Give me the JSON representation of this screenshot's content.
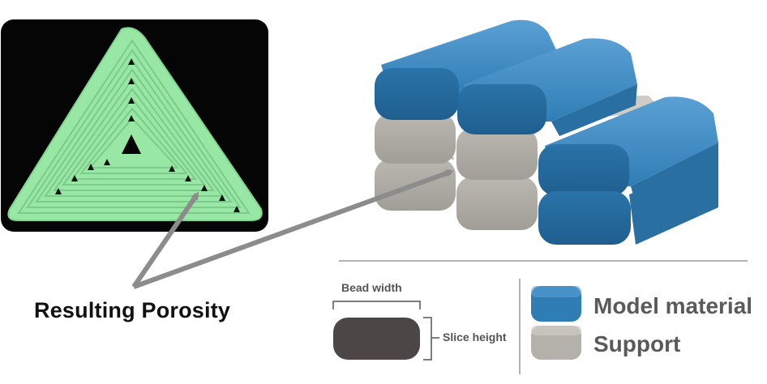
{
  "labels": {
    "porosity": "Resulting Porosity",
    "bead_width": "Bead width",
    "slice_height": "Slice height"
  },
  "legend": [
    {
      "label": "Model material",
      "color": "#2f7db5"
    },
    {
      "label": "Support",
      "color": "#b4b1ab"
    }
  ],
  "colors": {
    "filament_green": "#98e7a4",
    "model_blue": "#2f7db5",
    "support_gray": "#b4b1ab",
    "bead_dark": "#4c4746",
    "arrow_gray": "#8c8c8c"
  }
}
